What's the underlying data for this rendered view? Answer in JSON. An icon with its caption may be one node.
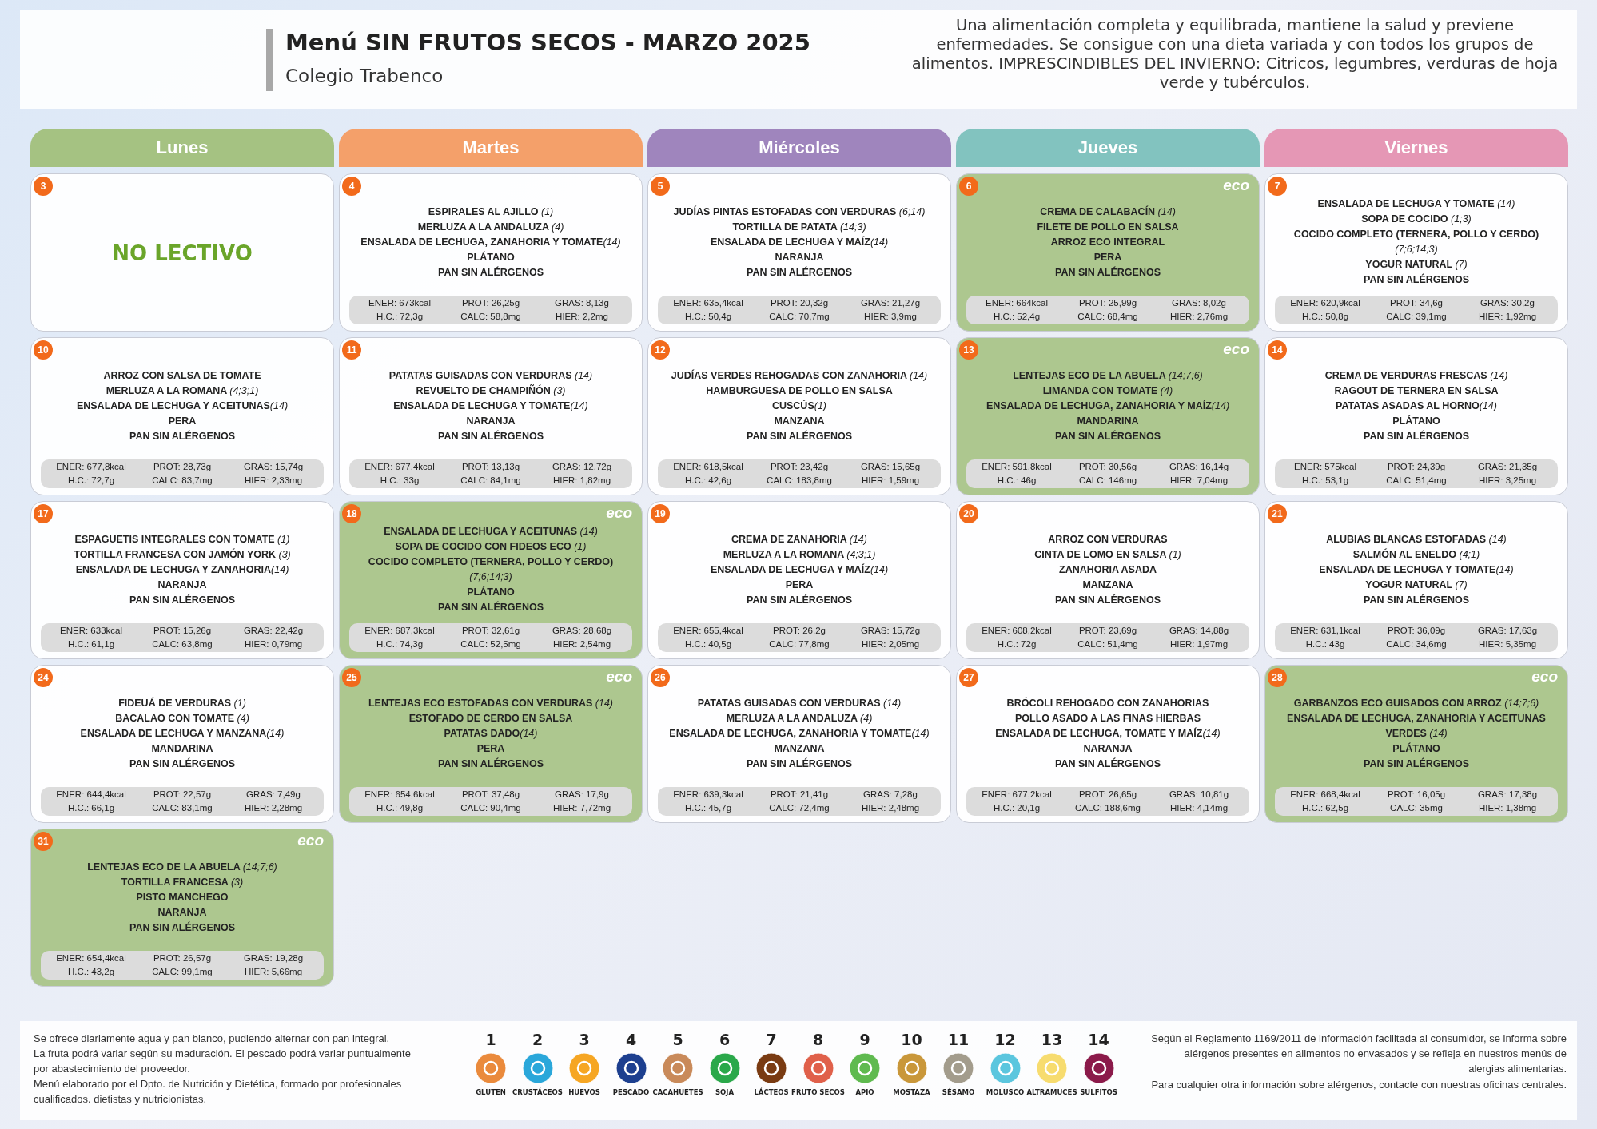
{
  "diagram": {
    "title": "Menú SIN FRUTOS SECOS - MARZO 2025",
    "nodes": [
      {
        "text": [
          "Lunes"
        ]
      },
      {
        "text": [
          "Martes"
        ]
      },
      {
        "text": [
          "Miércoles"
        ]
      },
      {
        "text": [
          "Jueves"
        ]
      },
      {
        "text": [
          "Viernes"
        ]
      },
      {
        "text": [
          "NO LECTIVO"
        ]
      },
      {
        "text": [
          "3"
        ],
        "in": 5
      },
      {
        "text": [
          "ESPIRALES AL AJILLO (1)",
          "MERLUZA A LA ANDALUZA (4)",
          "ENSALADA DE LECHUGA, ZANAHORIA Y TOMATE(14)",
          "PLÁTANO",
          "PAN SIN ALÉRGENOS"
        ]
      },
      {
        "text": [
          "4"
        ],
        "in": 7
      },
      {
        "text": [
          "ENER: 673kcal",
          "PROT: 26,25g",
          "GRAS: 8,13g",
          "H.C.: 72,3g",
          "CALC: 58,8mg",
          "HIER: 2,2mg"
        ],
        "in": 7
      },
      {
        "text": [
          "JUDÍAS PINTAS ESTOFADAS CON VERDURAS (6;14)",
          "TORTILLA DE PATATA (14;3)",
          "ENSALADA DE LECHUGA Y MAÍZ(14)",
          "NARANJA",
          "PAN SIN ALÉRGENOS"
        ]
      },
      {
        "text": [
          "5"
        ],
        "in": 10
      },
      {
        "text": [
          "ENER: 635,4kcal",
          "PROT: 20,32g",
          "GRAS: 21,27g",
          "H.C.: 50,4g",
          "CALC: 70,7mg",
          "HIER: 3,9mg"
        ],
        "in": 10
      },
      {
        "text": [
          "CREMA DE CALABACÍN (14)",
          "FILETE DE POLLO EN SALSA",
          "ARROZ ECO INTEGRAL",
          "PERA",
          "PAN SIN ALÉRGENOS"
        ]
      },
      {
        "text": [
          "6"
        ],
        "in": 13
      },
      {
        "text": [
          "ENER: 664kcal",
          "PROT: 25,99g",
          "GRAS: 8,02g",
          "H.C.: 52,4g",
          "CALC: 68,4mg",
          "HIER: 2,76mg"
        ],
        "in": 13
      },
      {
        "text": [
          "eco"
        ],
        "in": 13
      },
      {
        "text": [
          "ENSALADA DE LECHUGA Y TOMATE (14)",
          "SOPA DE COCIDO (1;3)",
          "COCIDO COMPLETO (TERNERA, POLLO Y CERDO) (7;6;14;3)",
          "YOGUR NATURAL (7)",
          "PAN SIN ALÉRGENOS"
        ]
      },
      {
        "text": [
          "7"
        ],
        "in": 17
      },
      {
        "text": [
          "ENER: 620,9kcal",
          "PROT: 34,6g",
          "GRAS: 30,2g",
          "H.C.: 50,8g",
          "CALC: 39,1mg",
          "HIER: 1,92mg"
        ],
        "in": 17
      },
      {
        "text": [
          "ARROZ CON SALSA DE TOMATE",
          "MERLUZA A LA ROMANA (4;3;1)",
          "ENSALADA DE LECHUGA Y ACEITUNAS(14)",
          "PERA",
          "PAN SIN ALÉRGENOS"
        ]
      },
      {
        "text": [
          "10"
        ],
        "in": 20
      },
      {
        "text": [
          "ENER: 677,8kcal",
          "PROT: 28,73g",
          "GRAS: 15,74g",
          "H.C.: 72,7g",
          "CALC: 83,7mg",
          "HIER: 2,33mg"
        ],
        "in": 20
      },
      {
        "text": [
          "PATATAS GUISADAS CON VERDURAS (14)",
          "REVUELTO DE CHAMPIÑÓN (3)",
          "ENSALADA DE LECHUGA Y TOMATE(14)",
          "NARANJA",
          "PAN SIN ALÉRGENOS"
        ]
      },
      {
        "text": [
          "11"
        ],
        "in": 23
      },
      {
        "text": [
          "ENER: 677,4kcal",
          "PROT: 13,13g",
          "GRAS: 12,72g",
          "H.C.: 33g",
          "CALC: 84,1mg",
          "HIER: 1,82mg"
        ],
        "in": 23
      },
      {
        "text": [
          "JUDÍAS VERDES REHOGADAS CON ZANAHORIA (14)",
          "HAMBURGUESA DE POLLO EN SALSA",
          "CUSCÚS(1)",
          "MANZANA",
          "PAN SIN ALÉRGENOS"
        ]
      },
      {
        "text": [
          "12"
        ],
        "in": 26
      },
      {
        "text": [
          "ENER: 618,5kcal",
          "PROT: 23,42g",
          "GRAS: 15,65g",
          "H.C.: 42,6g",
          "CALC: 183,8mg",
          "HIER: 1,59mg"
        ],
        "in": 26
      },
      {
        "text": [
          "LENTEJAS ECO DE LA ABUELA (14;7;6)",
          "LIMANDA CON TOMATE (4)",
          "ENSALADA DE LECHUGA, ZANAHORIA Y MAÍZ(14)",
          "MANDARINA",
          "PAN SIN ALÉRGENOS"
        ]
      },
      {
        "text": [
          "13"
        ],
        "in": 29
      },
      {
        "text": [
          "ENER: 591,8kcal",
          "PROT: 30,56g",
          "GRAS: 16,14g",
          "H.C.: 46g",
          "CALC: 146mg",
          "HIER: 7,04mg"
        ],
        "in": 29
      },
      {
        "text": [
          "eco"
        ],
        "in": 29
      },
      {
        "text": [
          "CREMA DE VERDURAS FRESCAS (14)",
          "RAGOUT DE TERNERA EN SALSA",
          "PATATAS ASADAS AL HORNO(14)",
          "PLÁTANO",
          "PAN SIN ALÉRGENOS"
        ]
      },
      {
        "text": [
          "14"
        ],
        "in": 33
      },
      {
        "text": [
          "ENER: 575kcal",
          "PROT: 24,39g",
          "GRAS: 21,35g",
          "H.C.: 53,1g",
          "CALC: 51,4mg",
          "HIER: 3,25mg"
        ],
        "in": 33
      },
      {
        "text": [
          "ESPAGUETIS INTEGRALES CON TOMATE (1)",
          "TORTILLA FRANCESA CON JAMÓN YORK (3)",
          "ENSALADA DE LECHUGA Y ZANAHORIA(14)",
          "NARANJA",
          "PAN SIN ALÉRGENOS"
        ]
      },
      {
        "text": [
          "17"
        ],
        "in": 36
      },
      {
        "text": [
          "ENER: 633kcal",
          "PROT: 15,26g",
          "GRAS: 22,42g",
          "H.C.: 61,1g",
          "CALC: 63,8mg",
          "HIER: 0,79mg"
        ],
        "in": 36
      },
      {
        "text": [
          "ENSALADA DE LECHUGA Y ACEITUNAS (14)",
          "SOPA DE COCIDO CON FIDEOS ECO (1)",
          "COCIDO COMPLETO (TERNERA, POLLO Y CERDO) (7;6;14;3)",
          "PLÁTANO",
          "PAN SIN ALÉRGENOS"
        ]
      },
      {
        "text": [
          "18"
        ],
        "in": 39
      },
      {
        "text": [
          "ENER: 687,3kcal",
          "PROT: 32,61g",
          "GRAS: 28,68g",
          "H.C.: 74,3g",
          "CALC: 52,5mg",
          "HIER: 2,54mg"
        ],
        "in": 39
      },
      {
        "text": [
          "eco"
        ],
        "in": 39
      },
      {
        "text": [
          "CREMA DE ZANAHORIA (14)",
          "MERLUZA A LA ROMANA (4;3;1)",
          "ENSALADA DE LECHUGA Y MAÍZ(14)",
          "PERA",
          "PAN SIN ALÉRGENOS"
        ]
      },
      {
        "text": [
          "19"
        ],
        "in": 43
      },
      {
        "text": [
          "ENER: 655,4kcal",
          "PROT: 26,2g",
          "GRAS: 15,72g",
          "H.C.: 40,5g",
          "CALC: 77,8mg",
          "HIER: 2,05mg"
        ],
        "in": 43
      },
      {
        "text": [
          "ARROZ CON VERDURAS",
          "CINTA DE LOMO EN SALSA (1)",
          "ZANAHORIA ASADA",
          "MANZANA",
          "PAN SIN ALÉRGENOS"
        ]
      },
      {
        "text": [
          "20"
        ],
        "in": 46
      },
      {
        "text": [
          "ENER: 608,2kcal",
          "PROT: 23,69g",
          "GRAS: 14,88g",
          "H.C.: 72g",
          "CALC: 51,4mg",
          "HIER: 1,97mg"
        ],
        "in": 46
      },
      {
        "text": [
          "ALUBIAS BLANCAS ESTOFADAS (14)",
          "SALMÓN AL ENELDO (4;1)",
          "ENSALADA DE LECHUGA Y TOMATE(14)",
          "YOGUR NATURAL (7)",
          "PAN SIN ALÉRGENOS"
        ]
      },
      {
        "text": [
          "21"
        ],
        "in": 49
      },
      {
        "text": [
          "ENER: 631,1kcal",
          "PROT: 36,09g",
          "GRAS: 17,63g",
          "H.C.: 43g",
          "CALC: 34,6mg",
          "HIER: 5,35mg"
        ],
        "in": 49
      },
      {
        "text": [
          "FIDEUÁ DE VERDURAS (1)",
          "BACALAO CON TOMATE (4)",
          "ENSALADA DE LECHUGA Y MANZANA(14)",
          "MANDARINA",
          "PAN SIN ALÉRGENOS"
        ]
      },
      {
        "text": [
          "24"
        ],
        "in": 52
      },
      {
        "text": [
          "ENER: 644,4kcal",
          "PROT: 22,57g",
          "GRAS: 7,49g",
          "H.C.: 66,1g",
          "CALC: 83,1mg",
          "HIER: 2,28mg"
        ],
        "in": 52
      },
      {
        "text": [
          "LENTEJAS ECO ESTOFADAS CON VERDURAS (14)",
          "ESTOFADO DE CERDO EN SALSA",
          "PATATAS DADO(14)",
          "PERA",
          "PAN SIN ALÉRGENOS"
        ]
      },
      {
        "text": [
          "25"
        ],
        "in": 55
      },
      {
        "text": [
          "ENER: 654,6kcal",
          "PROT: 37,48g",
          "GRAS: 17,9g",
          "H.C.: 49,8g",
          "CALC: 90,4mg",
          "HIER: 7,72mg"
        ],
        "in": 55
      },
      {
        "text": [
          "eco"
        ],
        "in": 55
      },
      {
        "text": [
          "PATATAS GUISADAS CON VERDURAS (14)",
          "MERLUZA A LA ANDALUZA (4)",
          "ENSALADA DE LECHUGA, ZANAHORIA Y TOMATE(14)",
          "MANZANA",
          "PAN SIN ALÉRGENOS"
        ]
      },
      {
        "text": [
          "26"
        ],
        "in": 59
      },
      {
        "text": [
          "ENER: 639,3kcal",
          "PROT: 21,41g",
          "GRAS: 7,28g",
          "H.C.: 45,7g",
          "CALC: 72,4mg",
          "HIER: 2,48mg"
        ],
        "in": 59
      },
      {
        "text": [
          "BRÓCOLI REHOGADO CON ZANAHORIAS",
          "POLLO ASADO A LAS FINAS HIERBAS",
          "ENSALADA DE LECHUGA, TOMATE Y MAÍZ(14)",
          "NARANJA",
          "PAN SIN ALÉRGENOS"
        ]
      },
      {
        "text": [
          "27"
        ],
        "in": 62
      },
      {
        "text": [
          "ENER: 677,2kcal",
          "PROT: 26,65g",
          "GRAS: 10,81g",
          "H.C.: 20,1g",
          "CALC: 188,6mg",
          "HIER: 4,14mg"
        ],
        "in": 62
      },
      {
        "text": [
          "GARBANZOS ECO GUISADOS CON ARROZ (14;7;6)",
          "ENSALADA DE LECHUGA, ZANAHORIA Y ACEITUNAS VERDES (14)",
          "PLÁTANO",
          "PAN SIN ALÉRGENOS"
        ]
      },
      {
        "text": [
          "28"
        ],
        "in": 65
      },
      {
        "text": [
          "ENER: 668,4kcal",
          "PROT: 16,05g",
          "GRAS: 17,38g",
          "H.C.: 62,5g",
          "CALC: 35mg",
          "HIER: 1,38mg"
        ],
        "in": 65
      },
      {
        "text": [
          "eco"
        ],
        "in": 65
      },
      {
        "text": [
          "LENTEJAS ECO DE LA ABUELA (14;7;6)",
          "TORTILLA FRANCESA (3)",
          "PISTO MANCHEGO",
          "NARANJA",
          "PAN SIN ALÉRGENOS"
        ]
      },
      {
        "text": [
          "31"
        ],
        "in": 69
      },
      {
        "text": [
          "ENER: 654,4kcal",
          "PROT: 26,57g",
          "GRAS: 19,28g",
          "H.C.: 43,2g",
          "CALC: 99,1mg",
          "HIER: 5,66mg"
        ],
        "in": 69
      },
      {
        "text": [
          "eco"
        ],
        "in": 69
      },
      {
        "text": [
          "1",
          "GLUTEN"
        ]
      },
      {
        "text": [
          "2",
          "CRUSTÁCEOS"
        ]
      },
      {
        "text": [
          "3",
          "HUEVOS"
        ]
      },
      {
        "text": [
          "4",
          "PESCADO"
        ]
      },
      {
        "text": [
          "5",
          "CACAHUETES"
        ]
      },
      {
        "text": [
          "6",
          "SOJA"
        ]
      },
      {
        "text": [
          "7",
          "LÁCTEOS"
        ]
      },
      {
        "text": [
          "8",
          "FRUTO SECOS"
        ]
      },
      {
        "text": [
          "9",
          "APIO"
        ]
      },
      {
        "text": [
          "10",
          "MOSTAZA"
        ]
      },
      {
        "text": [
          "11",
          "SÉSAMO"
        ]
      },
      {
        "text": [
          "12",
          "MOLUSCO"
        ]
      },
      {
        "text": [
          "13",
          "ALTRAMUCES"
        ]
      },
      {
        "text": [
          "14",
          "SULFITOS"
        ]
      }
    ],
    "labels": [
      "Colegio Trabenco",
      "Una alimentación completa y equilibrada, mantiene la salud y previene enfermedades. Se consigue con una dieta variada y con todos los grupos de alimentos. IMPRESCINDIBLES DEL INVIERNO: Citricos, legumbres, verduras de hoja verde y tubérculos.",
      "Se ofrece diariamente agua y pan blanco, pudiendo alternar con pan integral.",
      "La fruta podrá variar según su maduración. El pescado podrá variar puntualmente por abastecimiento del proveedor.",
      "Menú elaborado por el Dpto. de Nutrición y Dietética, formado por profesionales cualificados. dietistas y nutricionistas.",
      "Según el Reglamento 1169/2011 de información facilitada al consumidor, se informa sobre alérgenos presentes en alimentos no envasados y se refleja en nuestros menús de alergias alimentarias.",
      "Para cualquier otra información sobre alérgenos, contacte con nuestras oficinas centrales."
    ]
  }
}
